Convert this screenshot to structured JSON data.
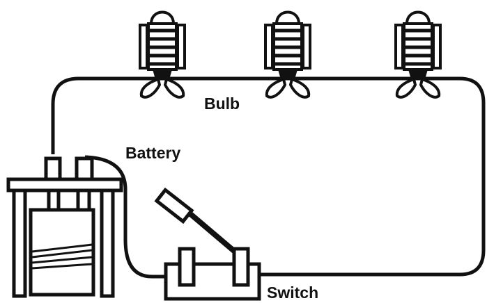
{
  "labels": {
    "bulb": "Bulb",
    "battery": "Battery",
    "switch": "Switch"
  },
  "colors": {
    "ink": "#111111",
    "paper": "#ffffff"
  },
  "components": {
    "bulbs": [
      "bulb-icon",
      "bulb-icon",
      "bulb-icon"
    ],
    "battery": "battery-icon",
    "switch": "knife-switch-icon"
  }
}
